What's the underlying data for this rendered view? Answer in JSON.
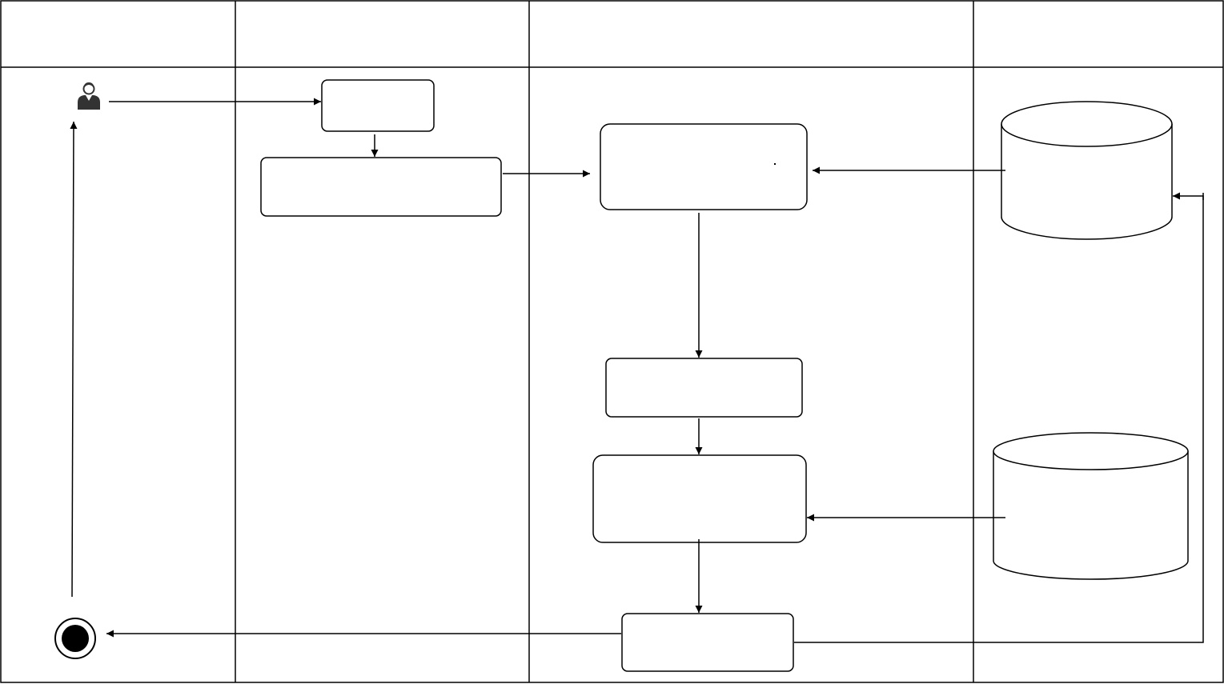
{
  "diagram": {
    "type": "swimlane-activity-diagram",
    "lanes": [
      {
        "id": "lane-1",
        "header": ""
      },
      {
        "id": "lane-2",
        "header": ""
      },
      {
        "id": "lane-3",
        "header": ""
      },
      {
        "id": "lane-4",
        "header": ""
      }
    ],
    "nodes": [
      {
        "id": "actor",
        "kind": "actor",
        "label": ""
      },
      {
        "id": "box-a",
        "kind": "activity",
        "label": ""
      },
      {
        "id": "box-b",
        "kind": "activity",
        "label": ""
      },
      {
        "id": "box-c",
        "kind": "activity",
        "label": ""
      },
      {
        "id": "box-d",
        "kind": "activity",
        "label": ""
      },
      {
        "id": "box-e",
        "kind": "activity",
        "label": ""
      },
      {
        "id": "box-f",
        "kind": "activity",
        "label": ""
      },
      {
        "id": "db-1",
        "kind": "datastore",
        "label": ""
      },
      {
        "id": "db-2",
        "kind": "datastore",
        "label": ""
      },
      {
        "id": "end",
        "kind": "final-node",
        "label": ""
      }
    ],
    "edges": [
      {
        "from": "actor",
        "to": "box-a"
      },
      {
        "from": "box-a",
        "to": "box-b"
      },
      {
        "from": "box-b",
        "to": "box-c"
      },
      {
        "from": "db-1",
        "to": "box-c"
      },
      {
        "from": "box-c",
        "to": "box-d"
      },
      {
        "from": "box-d",
        "to": "box-e"
      },
      {
        "from": "db-2",
        "to": "box-e"
      },
      {
        "from": "box-e",
        "to": "box-f"
      },
      {
        "from": "box-f",
        "to": "end"
      },
      {
        "from": "box-f",
        "to": "db-1"
      },
      {
        "from": "end",
        "to": "actor"
      }
    ]
  }
}
